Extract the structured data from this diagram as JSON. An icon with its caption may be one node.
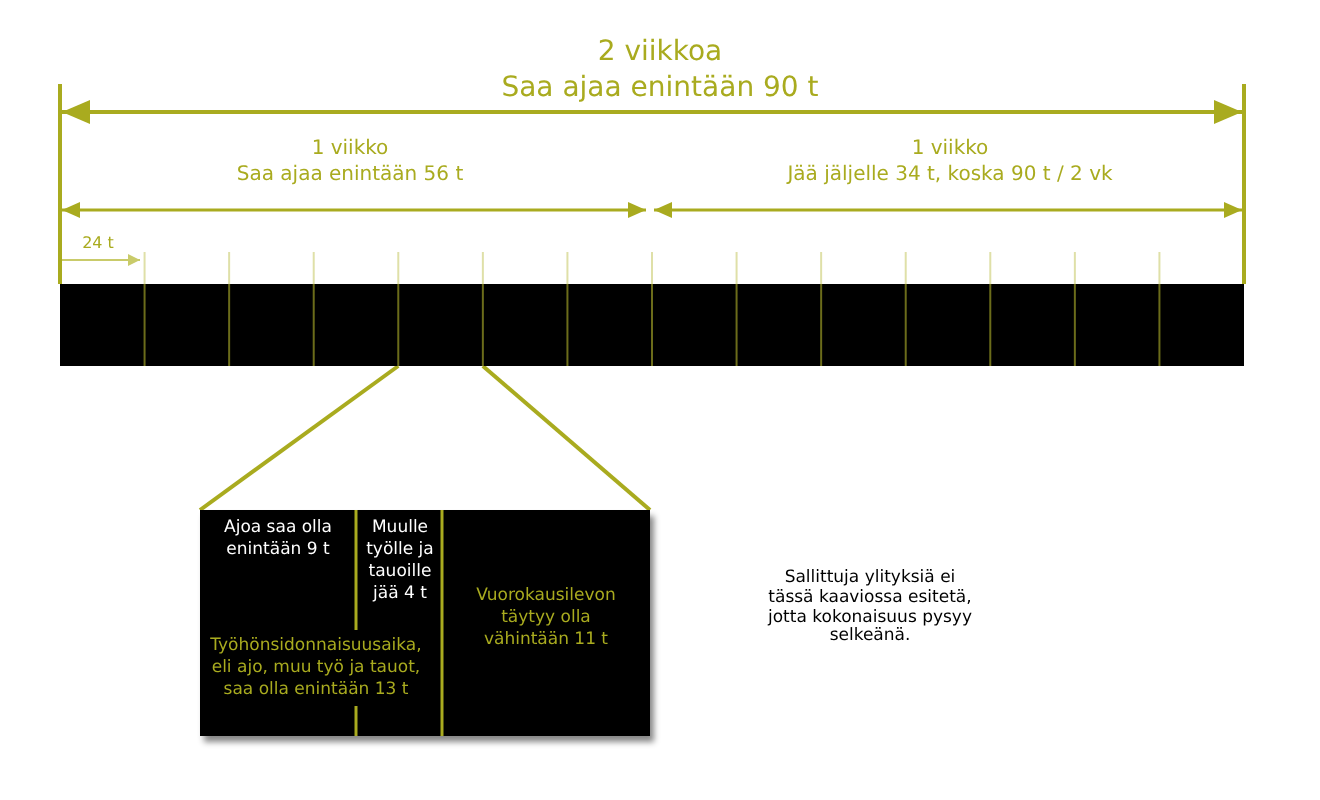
{
  "diagram": {
    "nodes": [
      {
        "text": [],
        "shape": "bar"
      },
      {
        "text": [],
        "shape": "box"
      },
      {
        "text": [
          "Ajoa saa olla enintään 9 t"
        ],
        "in": 1
      },
      {
        "text": [
          "Muulle työlle ja tauoille jää 4 t"
        ],
        "in": 1
      },
      {
        "text": [
          "Vuorokausilevon täytyy olla vähintään 11 t"
        ],
        "in": 1
      },
      {
        "text": [
          "Työhönsidonnaisuusaika, eli ajo, muu työ ja tauot, saa olla enintään 13 t"
        ],
        "in": 1
      }
    ],
    "edges": [
      {
        "from": 0,
        "to": 1,
        "arrow": "none"
      },
      {
        "from": 0,
        "to": 1,
        "arrow": "none"
      }
    ],
    "labels": [
      "2 viikkoa",
      "Saa ajaa enintään 90 t",
      "1 viikko",
      "Saa ajaa enintään 56 t",
      "1 viikko",
      "Jää jäljelle 34 t, koska 90 t / 2 vk",
      "24 t",
      "Sallittuja ylityksiä ei tässä kaaviossa esitetä, jotta kokonaisuus pysyy selkeänä."
    ]
  }
}
